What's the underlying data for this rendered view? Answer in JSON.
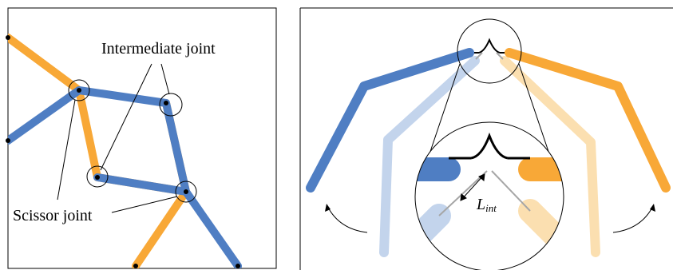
{
  "left_panel": {
    "labels": {
      "intermediate_joint": "Intermediate joint",
      "scissor_joint": "Scissor joint"
    }
  },
  "right_panel": {
    "labels": {
      "length_symbol": "L",
      "length_subscript": "int"
    }
  },
  "colors": {
    "blue": "#4f7ec3",
    "orange": "#f8a837",
    "light_blue": "#c3d4ec",
    "light_orange": "#fbdfb0",
    "gray": "#a6a6a6",
    "black": "#000000"
  }
}
